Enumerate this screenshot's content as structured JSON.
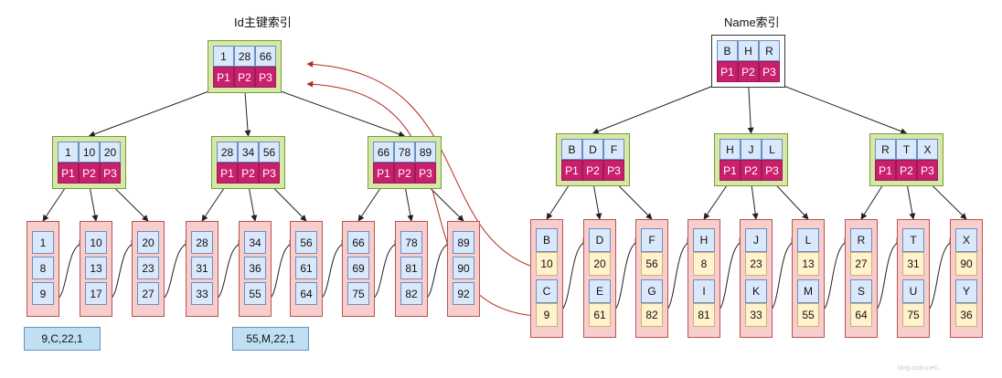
{
  "titles": {
    "id_index": "Id主键索引",
    "name_index": "Name索引"
  },
  "pointers": [
    "P1",
    "P2",
    "P3"
  ],
  "id_tree": {
    "root": [
      "1",
      "28",
      "66"
    ],
    "internal": [
      [
        "1",
        "10",
        "20"
      ],
      [
        "28",
        "34",
        "56"
      ],
      [
        "66",
        "78",
        "89"
      ]
    ],
    "leaves": [
      [
        "1",
        "8",
        "9"
      ],
      [
        "10",
        "13",
        "17"
      ],
      [
        "20",
        "23",
        "27"
      ],
      [
        "28",
        "31",
        "33"
      ],
      [
        "34",
        "36",
        "55"
      ],
      [
        "56",
        "61",
        "64"
      ],
      [
        "66",
        "69",
        "75"
      ],
      [
        "78",
        "81",
        "82"
      ],
      [
        "89",
        "90",
        "92"
      ]
    ]
  },
  "name_tree": {
    "root": [
      "B",
      "H",
      "R"
    ],
    "internal": [
      [
        "B",
        "D",
        "F"
      ],
      [
        "H",
        "J",
        "L"
      ],
      [
        "R",
        "T",
        "X"
      ]
    ],
    "leaves": [
      [
        [
          "B",
          "10"
        ],
        [
          "C",
          "9"
        ]
      ],
      [
        [
          "D",
          "20"
        ],
        [
          "E",
          "61"
        ]
      ],
      [
        [
          "F",
          "56"
        ],
        [
          "G",
          "82"
        ]
      ],
      [
        [
          "H",
          "8"
        ],
        [
          "I",
          "81"
        ]
      ],
      [
        [
          "J",
          "23"
        ],
        [
          "K",
          "33"
        ]
      ],
      [
        [
          "L",
          "13"
        ],
        [
          "M",
          "55"
        ]
      ],
      [
        [
          "R",
          "27"
        ],
        [
          "S",
          "64"
        ]
      ],
      [
        [
          "T",
          "31"
        ],
        [
          "U",
          "75"
        ]
      ],
      [
        [
          "X",
          "90"
        ],
        [
          "Y",
          "36"
        ]
      ]
    ]
  },
  "row_labels": [
    "9,C,22,1",
    "55,M,22,1"
  ],
  "watermark": "blog.csdn.net/..."
}
